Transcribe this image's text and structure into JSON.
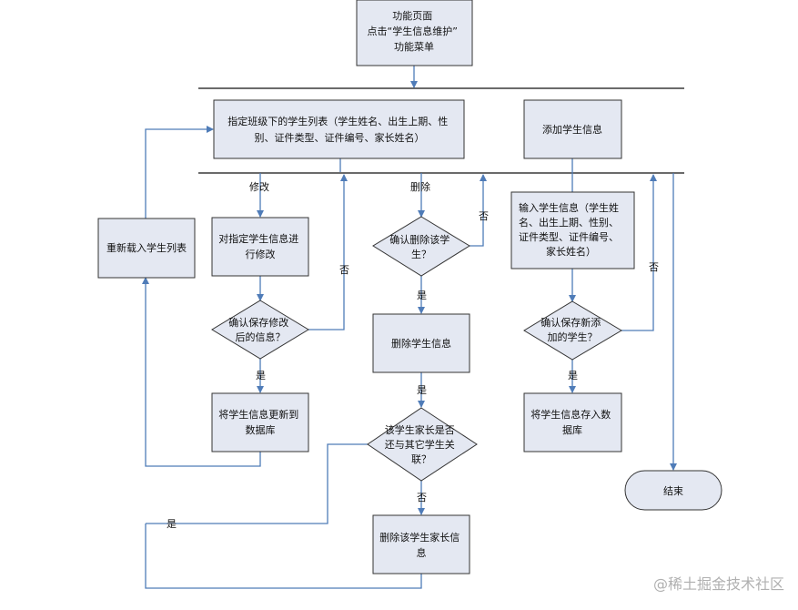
{
  "nodes": {
    "menu": [
      "功能页面",
      "点击“学生信息维护”",
      "功能菜单"
    ],
    "list": [
      "指定班级下的学生列表（学生姓名、出生上期、性",
      "别、证件类型、证件编号、家长姓名）"
    ],
    "add": [
      "添加学生信息"
    ],
    "reload": [
      "重新载入学生列表"
    ],
    "edit": [
      "对指定学生信息进",
      "行修改"
    ],
    "confirm_edit": [
      "确认保存修改",
      "后的信息？"
    ],
    "update_db": [
      "将学生信息更新到",
      "数据库"
    ],
    "confirm_delete": [
      "确认删除该学",
      "生？"
    ],
    "delete": [
      "删除学生信息"
    ],
    "parent_check": [
      "该学生家长是否",
      "还与其它学生关",
      "联？"
    ],
    "delete_parent": [
      "删除该学生家长信",
      "息"
    ],
    "input": [
      "输入学生信息（学生姓",
      "名、出生上期、性别、",
      "证件类型、证件编号、",
      "家长姓名）"
    ],
    "confirm_add": [
      "确认保存新添",
      "加的学生？"
    ],
    "save_db": [
      "将学生信息存入数",
      "据库"
    ],
    "end": [
      "结束"
    ]
  },
  "labels": {
    "modify": "修改",
    "remove": "删除",
    "yes": "是",
    "no": "否"
  },
  "watermark": "@稀土掘金技术社区"
}
